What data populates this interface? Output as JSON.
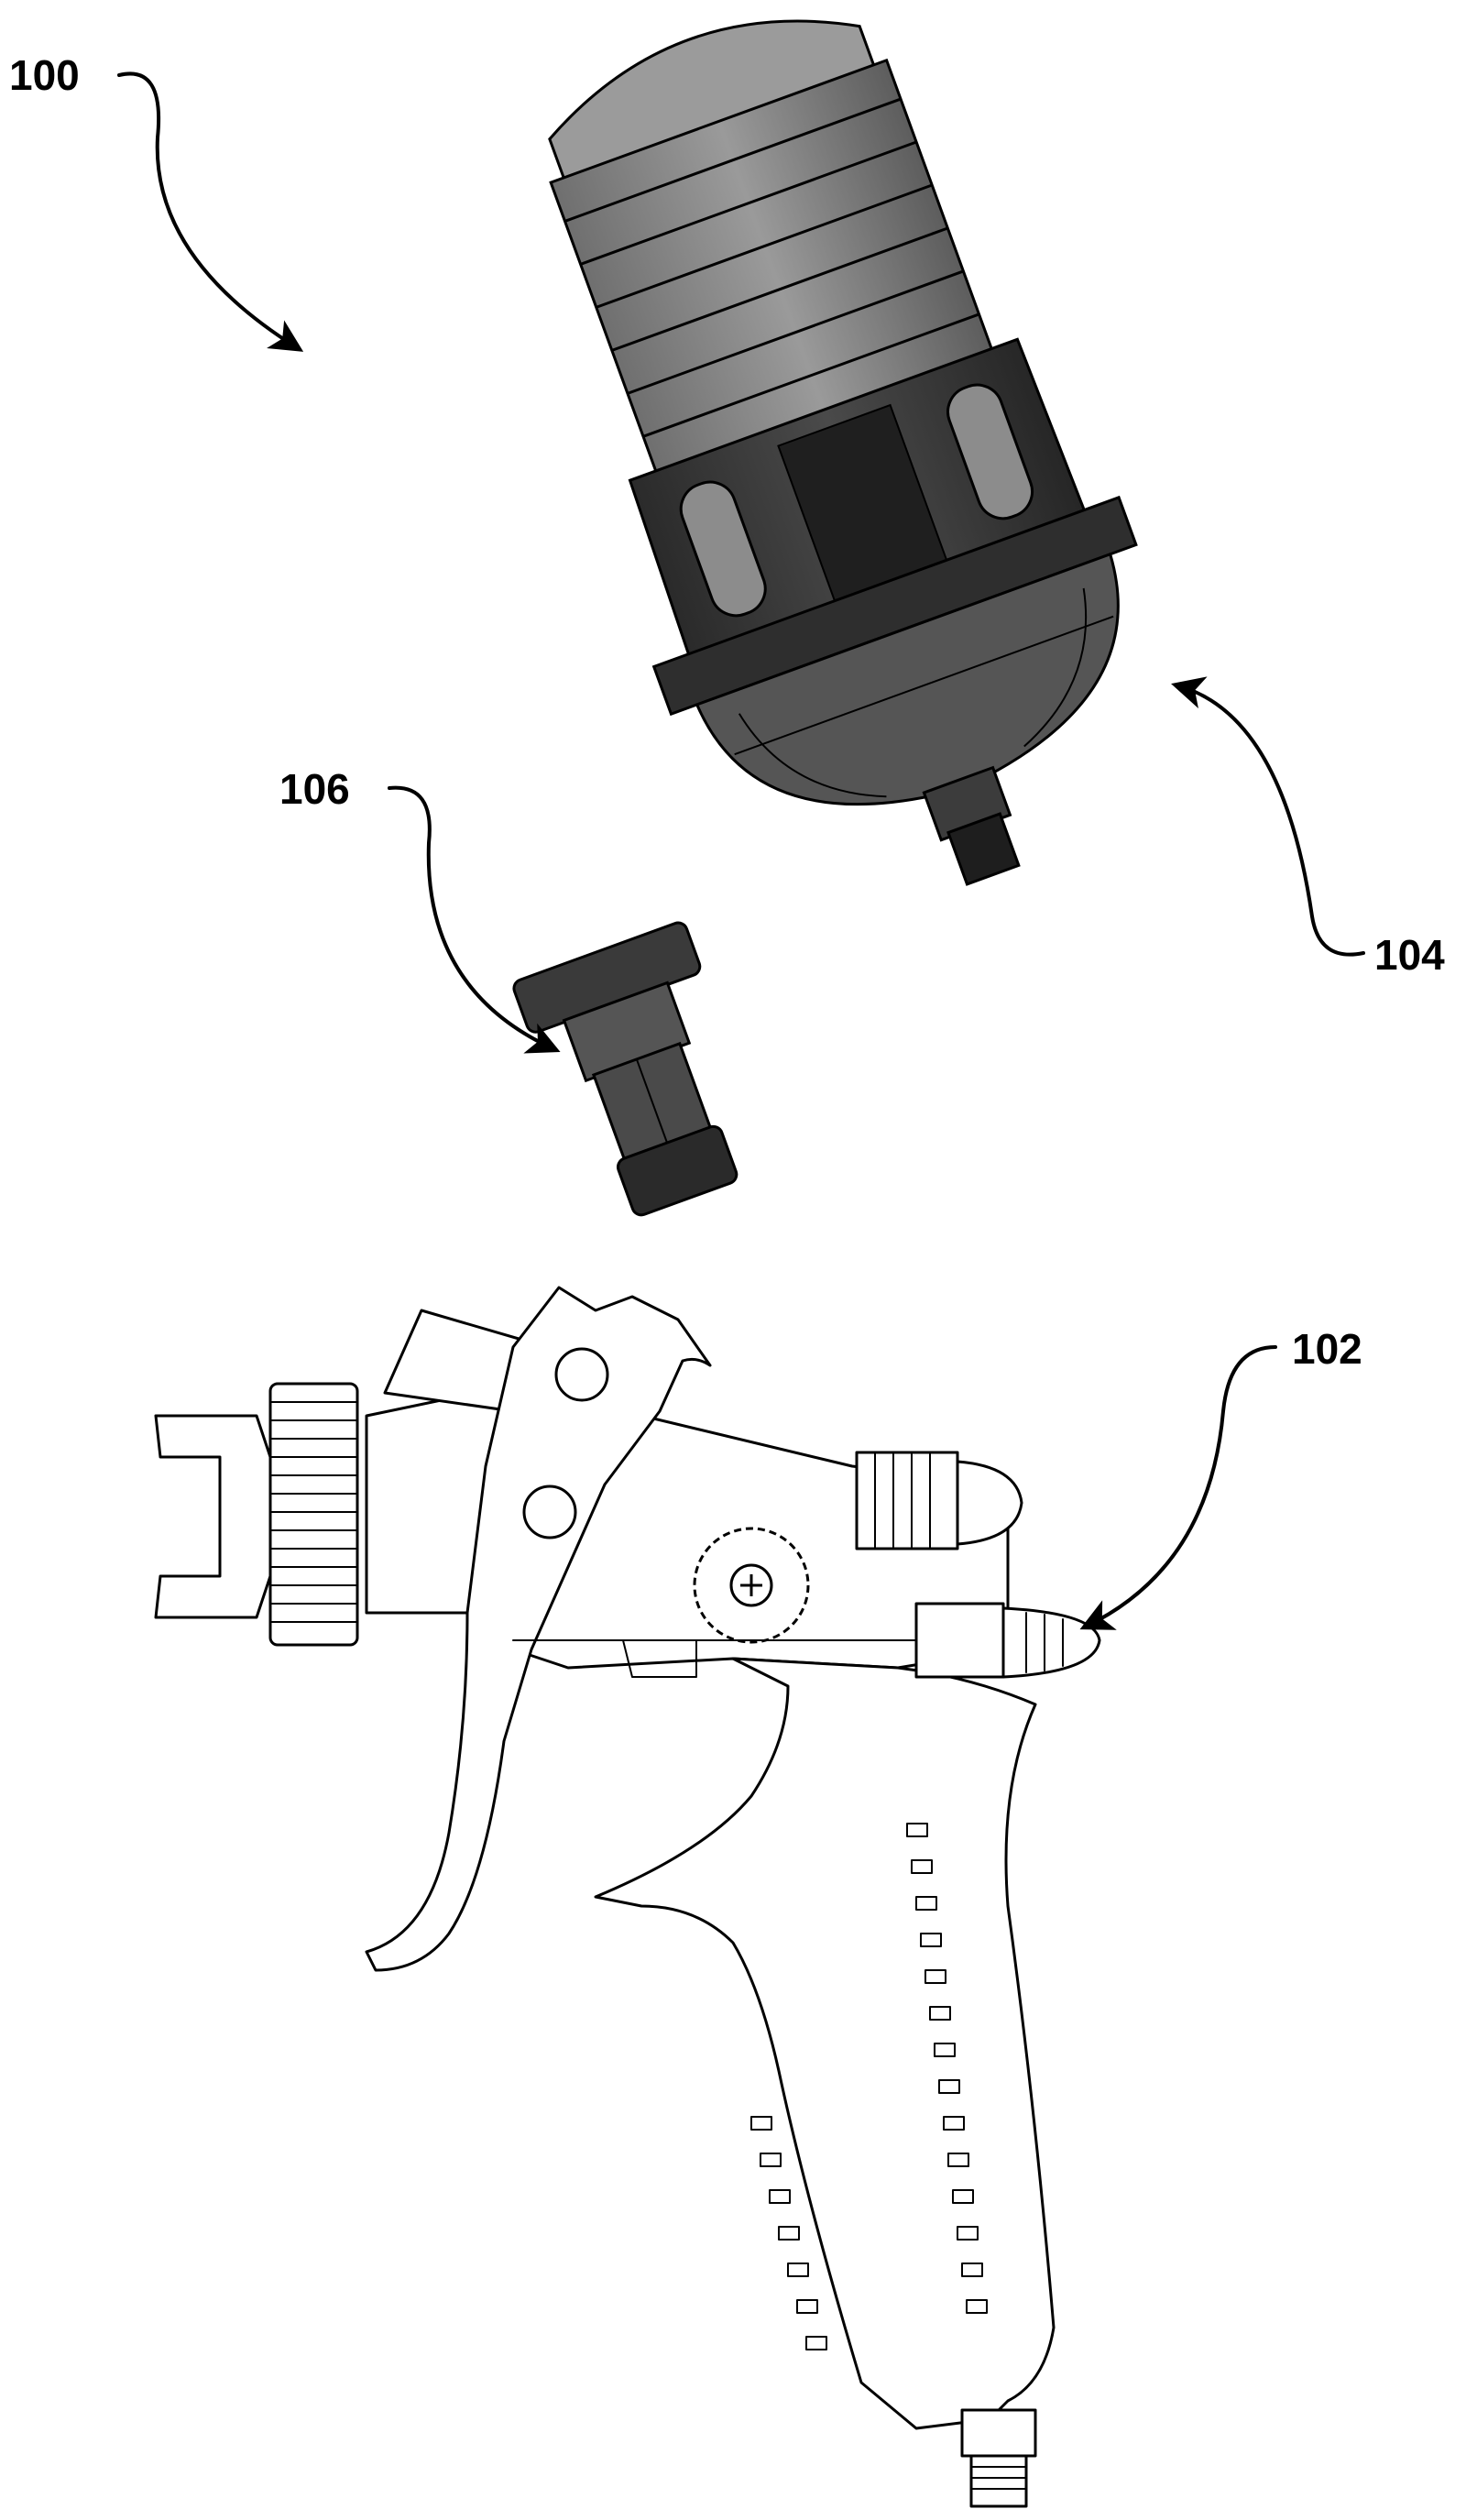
{
  "figure": {
    "labels": {
      "assembly": "100",
      "spray_gun": "102",
      "cup_adapter": "104",
      "connector": "106"
    },
    "colors": {
      "line": "#000000",
      "cup_body": "#8a8a8a",
      "cup_dome": "#9b9b9b",
      "adapter_dark": "#3a3a3a",
      "adapter_mid": "#5a5a5a",
      "background": "#ffffff"
    }
  }
}
